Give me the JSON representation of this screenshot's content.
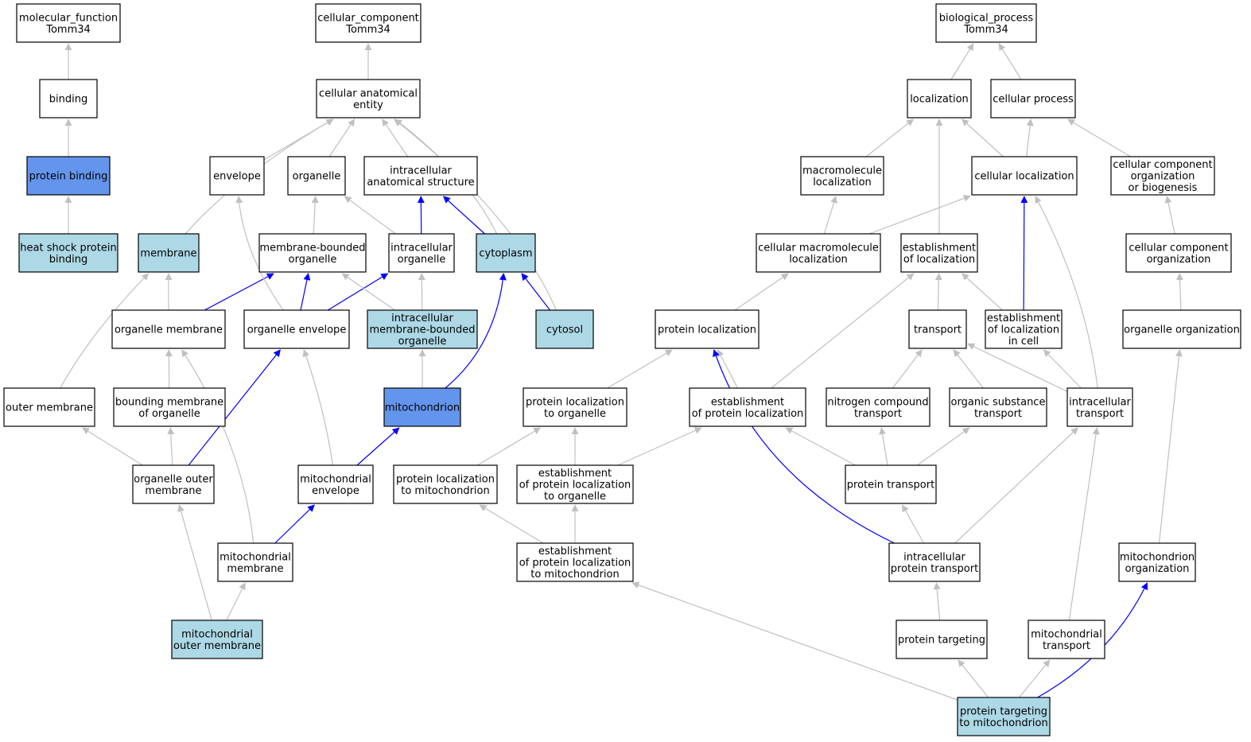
{
  "colors": {
    "plain": "#ffffff",
    "light": "#add8e6",
    "strong": "#6495ed",
    "edge_grey": "#c0c0c0",
    "edge_blue": "#0000ff"
  },
  "nodes": {
    "mf_root": {
      "lines": [
        "molecular_function",
        "Tomm34"
      ],
      "fill": "plain"
    },
    "binding": {
      "lines": [
        "binding"
      ],
      "fill": "plain"
    },
    "prot_bind": {
      "lines": [
        "protein binding"
      ],
      "fill": "strong"
    },
    "hsp_bind": {
      "lines": [
        "heat shock protein",
        "binding"
      ],
      "fill": "light"
    },
    "cc_root": {
      "lines": [
        "cellular_component",
        "Tomm34"
      ],
      "fill": "plain"
    },
    "cae": {
      "lines": [
        "cellular anatomical",
        "entity"
      ],
      "fill": "plain"
    },
    "envelope": {
      "lines": [
        "envelope"
      ],
      "fill": "plain"
    },
    "organelle": {
      "lines": [
        "organelle"
      ],
      "fill": "plain"
    },
    "ias": {
      "lines": [
        "intracellular",
        "anatomical structure"
      ],
      "fill": "plain"
    },
    "membrane": {
      "lines": [
        "membrane"
      ],
      "fill": "light"
    },
    "mbo": {
      "lines": [
        "membrane-bounded",
        "organelle"
      ],
      "fill": "plain"
    },
    "io": {
      "lines": [
        "intracellular",
        "organelle"
      ],
      "fill": "plain"
    },
    "cytoplasm": {
      "lines": [
        "cytoplasm"
      ],
      "fill": "light"
    },
    "org_mem": {
      "lines": [
        "organelle membrane"
      ],
      "fill": "plain"
    },
    "org_env": {
      "lines": [
        "organelle envelope"
      ],
      "fill": "plain"
    },
    "imbo": {
      "lines": [
        "intracellular",
        "membrane-bounded",
        "organelle"
      ],
      "fill": "light"
    },
    "cytosol": {
      "lines": [
        "cytosol"
      ],
      "fill": "light"
    },
    "outer_mem": {
      "lines": [
        "outer membrane"
      ],
      "fill": "plain"
    },
    "bmo": {
      "lines": [
        "bounding membrane",
        "of organelle"
      ],
      "fill": "plain"
    },
    "mito": {
      "lines": [
        "mitochondrion"
      ],
      "fill": "strong"
    },
    "oom": {
      "lines": [
        "organelle outer",
        "membrane"
      ],
      "fill": "plain"
    },
    "mito_env": {
      "lines": [
        "mitochondrial",
        "envelope"
      ],
      "fill": "plain"
    },
    "mito_mem": {
      "lines": [
        "mitochondrial",
        "membrane"
      ],
      "fill": "plain"
    },
    "mom": {
      "lines": [
        "mitochondrial",
        "outer membrane"
      ],
      "fill": "light"
    },
    "bp_root": {
      "lines": [
        "biological_process",
        "Tomm34"
      ],
      "fill": "plain"
    },
    "localization": {
      "lines": [
        "localization"
      ],
      "fill": "plain"
    },
    "cell_proc": {
      "lines": [
        "cellular process"
      ],
      "fill": "plain"
    },
    "macro_loc": {
      "lines": [
        "macromolecule",
        "localization"
      ],
      "fill": "plain"
    },
    "cell_loc": {
      "lines": [
        "cellular localization"
      ],
      "fill": "plain"
    },
    "ccob": {
      "lines": [
        "cellular component",
        "organization",
        "or biogenesis"
      ],
      "fill": "plain"
    },
    "cml": {
      "lines": [
        "cellular macromolecule",
        "localization"
      ],
      "fill": "plain"
    },
    "est_loc": {
      "lines": [
        "establishment",
        "of localization"
      ],
      "fill": "plain"
    },
    "cco": {
      "lines": [
        "cellular component",
        "organization"
      ],
      "fill": "plain"
    },
    "prot_loc": {
      "lines": [
        "protein localization"
      ],
      "fill": "plain"
    },
    "transport": {
      "lines": [
        "transport"
      ],
      "fill": "plain"
    },
    "elic": {
      "lines": [
        "establishment",
        "of localization",
        "in cell"
      ],
      "fill": "plain"
    },
    "org_org": {
      "lines": [
        "organelle organization"
      ],
      "fill": "plain"
    },
    "plo": {
      "lines": [
        "protein localization",
        "to organelle"
      ],
      "fill": "plain"
    },
    "epl": {
      "lines": [
        "establishment",
        "of protein localization"
      ],
      "fill": "plain"
    },
    "nct": {
      "lines": [
        "nitrogen compound",
        "transport"
      ],
      "fill": "plain"
    },
    "ost": {
      "lines": [
        "organic substance",
        "transport"
      ],
      "fill": "plain"
    },
    "ic_trans": {
      "lines": [
        "intracellular",
        "transport"
      ],
      "fill": "plain"
    },
    "plm": {
      "lines": [
        "protein localization",
        "to mitochondrion"
      ],
      "fill": "plain"
    },
    "eplo": {
      "lines": [
        "establishment",
        "of protein localization",
        "to organelle"
      ],
      "fill": "plain"
    },
    "prot_trans": {
      "lines": [
        "protein transport"
      ],
      "fill": "plain"
    },
    "eplm": {
      "lines": [
        "establishment",
        "of protein localization",
        "to mitochondrion"
      ],
      "fill": "plain"
    },
    "ipt": {
      "lines": [
        "intracellular",
        "protein transport"
      ],
      "fill": "plain"
    },
    "mito_org": {
      "lines": [
        "mitochondrion",
        "organization"
      ],
      "fill": "plain"
    },
    "prot_targ": {
      "lines": [
        "protein targeting"
      ],
      "fill": "plain"
    },
    "mito_trans": {
      "lines": [
        "mitochondrial",
        "transport"
      ],
      "fill": "plain"
    },
    "ptm": {
      "lines": [
        "protein targeting",
        "to mitochondrion"
      ],
      "fill": "light"
    }
  },
  "edges": [
    {
      "from": "binding",
      "to": "mf_root",
      "color": "grey"
    },
    {
      "from": "prot_bind",
      "to": "binding",
      "color": "grey"
    },
    {
      "from": "hsp_bind",
      "to": "prot_bind",
      "color": "grey"
    },
    {
      "from": "cae",
      "to": "cc_root",
      "color": "grey"
    },
    {
      "from": "envelope",
      "to": "cae",
      "color": "grey"
    },
    {
      "from": "organelle",
      "to": "cae",
      "color": "grey"
    },
    {
      "from": "ias",
      "to": "cae",
      "color": "grey"
    },
    {
      "from": "membrane",
      "to": "cae",
      "color": "grey"
    },
    {
      "from": "cytoplasm",
      "to": "cae",
      "color": "grey"
    },
    {
      "from": "cytosol",
      "to": "cae",
      "color": "grey"
    },
    {
      "from": "mbo",
      "to": "organelle",
      "color": "grey"
    },
    {
      "from": "io",
      "to": "organelle",
      "color": "grey"
    },
    {
      "from": "io",
      "to": "ias",
      "color": "blue"
    },
    {
      "from": "cytoplasm",
      "to": "ias",
      "color": "blue"
    },
    {
      "from": "org_mem",
      "to": "membrane",
      "color": "grey"
    },
    {
      "from": "org_mem",
      "to": "mbo",
      "color": "blue"
    },
    {
      "from": "org_env",
      "to": "envelope",
      "color": "grey"
    },
    {
      "from": "org_env",
      "to": "mbo",
      "color": "blue"
    },
    {
      "from": "org_env",
      "to": "io",
      "color": "blue"
    },
    {
      "from": "imbo",
      "to": "mbo",
      "color": "grey"
    },
    {
      "from": "imbo",
      "to": "io",
      "color": "grey"
    },
    {
      "from": "cytosol",
      "to": "cytoplasm",
      "color": "blue"
    },
    {
      "from": "outer_mem",
      "to": "membrane",
      "color": "grey"
    },
    {
      "from": "bmo",
      "to": "org_mem",
      "color": "grey"
    },
    {
      "from": "mito",
      "to": "imbo",
      "color": "grey"
    },
    {
      "from": "mito",
      "to": "cytoplasm",
      "color": "blue"
    },
    {
      "from": "oom",
      "to": "outer_mem",
      "color": "grey"
    },
    {
      "from": "oom",
      "to": "bmo",
      "color": "grey"
    },
    {
      "from": "oom",
      "to": "org_env",
      "color": "blue"
    },
    {
      "from": "mito_env",
      "to": "org_env",
      "color": "grey"
    },
    {
      "from": "mito_env",
      "to": "mito",
      "color": "blue"
    },
    {
      "from": "mito_mem",
      "to": "org_mem",
      "color": "grey"
    },
    {
      "from": "mito_mem",
      "to": "mito_env",
      "color": "blue"
    },
    {
      "from": "mom",
      "to": "oom",
      "color": "grey"
    },
    {
      "from": "mom",
      "to": "mito_mem",
      "color": "grey"
    },
    {
      "from": "localization",
      "to": "bp_root",
      "color": "grey"
    },
    {
      "from": "cell_proc",
      "to": "bp_root",
      "color": "grey"
    },
    {
      "from": "macro_loc",
      "to": "localization",
      "color": "grey"
    },
    {
      "from": "cell_loc",
      "to": "localization",
      "color": "grey"
    },
    {
      "from": "cell_loc",
      "to": "cell_proc",
      "color": "grey"
    },
    {
      "from": "ccob",
      "to": "cell_proc",
      "color": "grey"
    },
    {
      "from": "cml",
      "to": "macro_loc",
      "color": "grey"
    },
    {
      "from": "cml",
      "to": "cell_loc",
      "color": "grey"
    },
    {
      "from": "est_loc",
      "to": "localization",
      "color": "grey"
    },
    {
      "from": "cco",
      "to": "ccob",
      "color": "grey"
    },
    {
      "from": "prot_loc",
      "to": "cml",
      "color": "grey"
    },
    {
      "from": "transport",
      "to": "est_loc",
      "color": "grey"
    },
    {
      "from": "elic",
      "to": "est_loc",
      "color": "grey"
    },
    {
      "from": "elic",
      "to": "cell_loc",
      "color": "blue"
    },
    {
      "from": "org_org",
      "to": "cco",
      "color": "grey"
    },
    {
      "from": "plo",
      "to": "prot_loc",
      "color": "grey"
    },
    {
      "from": "epl",
      "to": "prot_loc",
      "color": "grey"
    },
    {
      "from": "epl",
      "to": "est_loc",
      "color": "grey"
    },
    {
      "from": "nct",
      "to": "transport",
      "color": "grey"
    },
    {
      "from": "ost",
      "to": "transport",
      "color": "grey"
    },
    {
      "from": "ic_trans",
      "to": "transport",
      "color": "grey"
    },
    {
      "from": "ic_trans",
      "to": "elic",
      "color": "grey"
    },
    {
      "from": "ic_trans",
      "to": "cell_loc",
      "color": "grey"
    },
    {
      "from": "plm",
      "to": "plo",
      "color": "grey"
    },
    {
      "from": "eplo",
      "to": "plo",
      "color": "grey"
    },
    {
      "from": "eplo",
      "to": "epl",
      "color": "grey"
    },
    {
      "from": "prot_trans",
      "to": "epl",
      "color": "grey"
    },
    {
      "from": "prot_trans",
      "to": "nct",
      "color": "grey"
    },
    {
      "from": "prot_trans",
      "to": "ost",
      "color": "grey"
    },
    {
      "from": "eplm",
      "to": "plm",
      "color": "grey"
    },
    {
      "from": "eplm",
      "to": "eplo",
      "color": "grey"
    },
    {
      "from": "ipt",
      "to": "prot_trans",
      "color": "grey"
    },
    {
      "from": "ipt",
      "to": "ic_trans",
      "color": "grey"
    },
    {
      "from": "ipt",
      "to": "prot_loc",
      "color": "blue"
    },
    {
      "from": "mito_org",
      "to": "org_org",
      "color": "grey"
    },
    {
      "from": "prot_targ",
      "to": "ipt",
      "color": "grey"
    },
    {
      "from": "mito_trans",
      "to": "ic_trans",
      "color": "grey"
    },
    {
      "from": "ptm",
      "to": "eplm",
      "color": "grey"
    },
    {
      "from": "ptm",
      "to": "prot_targ",
      "color": "grey"
    },
    {
      "from": "ptm",
      "to": "mito_trans",
      "color": "grey"
    },
    {
      "from": "ptm",
      "to": "mito_org",
      "color": "blue"
    }
  ]
}
